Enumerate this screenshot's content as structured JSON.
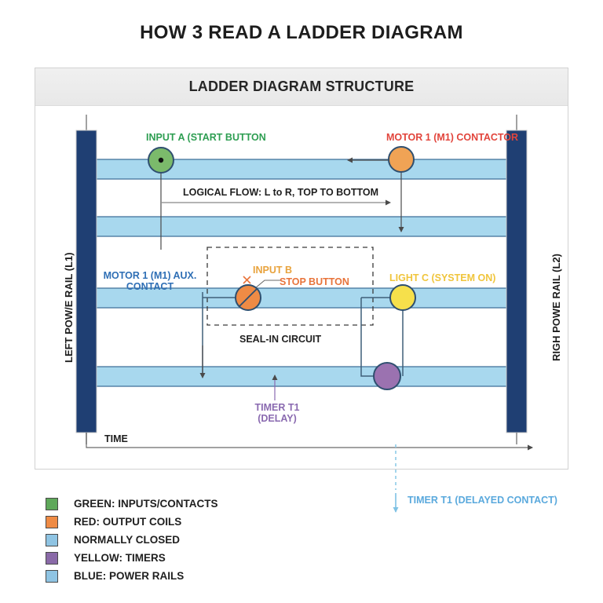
{
  "title": "HOW 3 READ A LADDER DIAGRAM",
  "panel": {
    "header": "LADDER DIAGRAM STRUCTURE"
  },
  "rails": {
    "left_label": "LEFT POW/E RAIL (L1)",
    "right_label": "RIGH POWE RAIL (L2)",
    "color": "#1f3f73"
  },
  "rungs": {
    "fill": "#a8d8ee",
    "stroke": "#3e6f99",
    "count": 4
  },
  "nodes": [
    {
      "name": "input-a",
      "label": "INPUT A (START BUTTON",
      "label_color": "#2e9e52",
      "fill": "#7bba6b",
      "stroke": "#2f4f6f",
      "type": "normally-open-contact"
    },
    {
      "name": "motor-1-contactor",
      "label": "MOTOR 1 (M1) CONTACTOR",
      "label_color": "#e2453c",
      "fill": "#f0a355",
      "stroke": "#2f4f6f",
      "type": "output-coil"
    },
    {
      "name": "motor-1-aux-contact",
      "label": "MOTOR 1 (M1) AUX. CONTACT",
      "label_color": "#2f6fb5",
      "type": "aux-contact"
    },
    {
      "name": "input-b",
      "label": "INPUT B",
      "label_color": "#e8a33d",
      "sub_label": "STOP BUTTON",
      "sub_label_color": "#e8743b",
      "fill": "#ef8b45",
      "stroke": "#2f4f6f",
      "type": "normally-closed-contact"
    },
    {
      "name": "light-c",
      "label": "LIGHT C (SYSTEM ON)",
      "label_color": "#f0c53c",
      "fill": "#f6e04b",
      "stroke": "#2f4f6f",
      "type": "output-coil"
    },
    {
      "name": "timer-t1",
      "label": "TIMER T1\n(DELAY)",
      "label_color": "#8a6ab0",
      "fill": "#9b72b0",
      "stroke": "#2f4f6f",
      "type": "timer"
    }
  ],
  "annotations": {
    "logical_flow": "LOGICAL FLOW: L to R, TOP TO BOTTOM",
    "seal_in": "SEAL-IN CIRCUIT",
    "time": "TIME",
    "timer_delayed_contact": "TIMER T1 (DELAYED CONTACT)",
    "timer_t1_line1": "TIMER T1",
    "timer_t1_line2": "(DELAY)",
    "aux_line1": "MOTOR 1 (M1) AUX.",
    "aux_line2": "CONTACT"
  },
  "legend": [
    {
      "color": "#5fa85a",
      "text": "GREEN: INPUTS/CONTACTS"
    },
    {
      "color": "#ef8b45",
      "text": "RED: OUTPUT COILS"
    },
    {
      "color": "#8fc4e3",
      "text": "NORMALLY CLOSED"
    },
    {
      "color": "#8a6aa8",
      "text": "YELLOW: TIMERS"
    },
    {
      "color": "#8fc4e3",
      "text": "BLUE: POWER RAILS"
    }
  ]
}
